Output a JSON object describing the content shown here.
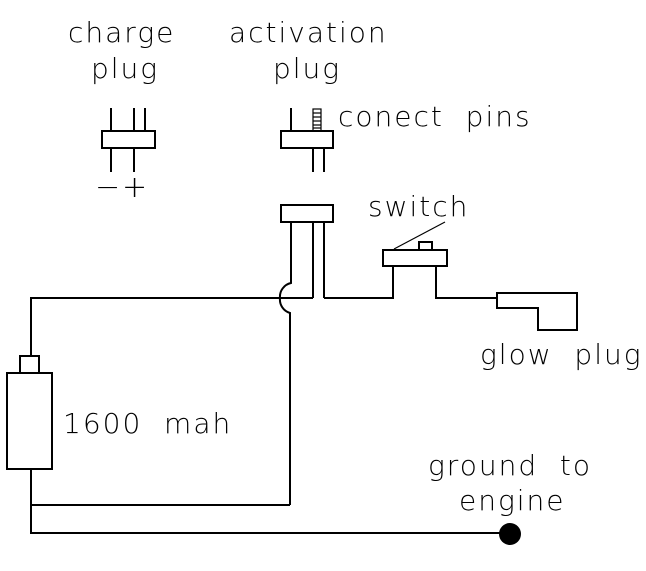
{
  "diagram": {
    "labels": {
      "charge_plug_line1": "charge",
      "charge_plug_line2": "plug",
      "activation_plug_line1": "activation",
      "activation_plug_line2": "plug",
      "connect_pins": "conect  pins",
      "polarity_minus": "−",
      "polarity_plus": "+",
      "switch": "switch",
      "glow_plug": "glow  plug",
      "battery": "1600  mah",
      "ground_line1": "ground  to",
      "ground_line2": "engine"
    },
    "colors": {
      "stroke": "#000000",
      "background": "#ffffff"
    }
  }
}
